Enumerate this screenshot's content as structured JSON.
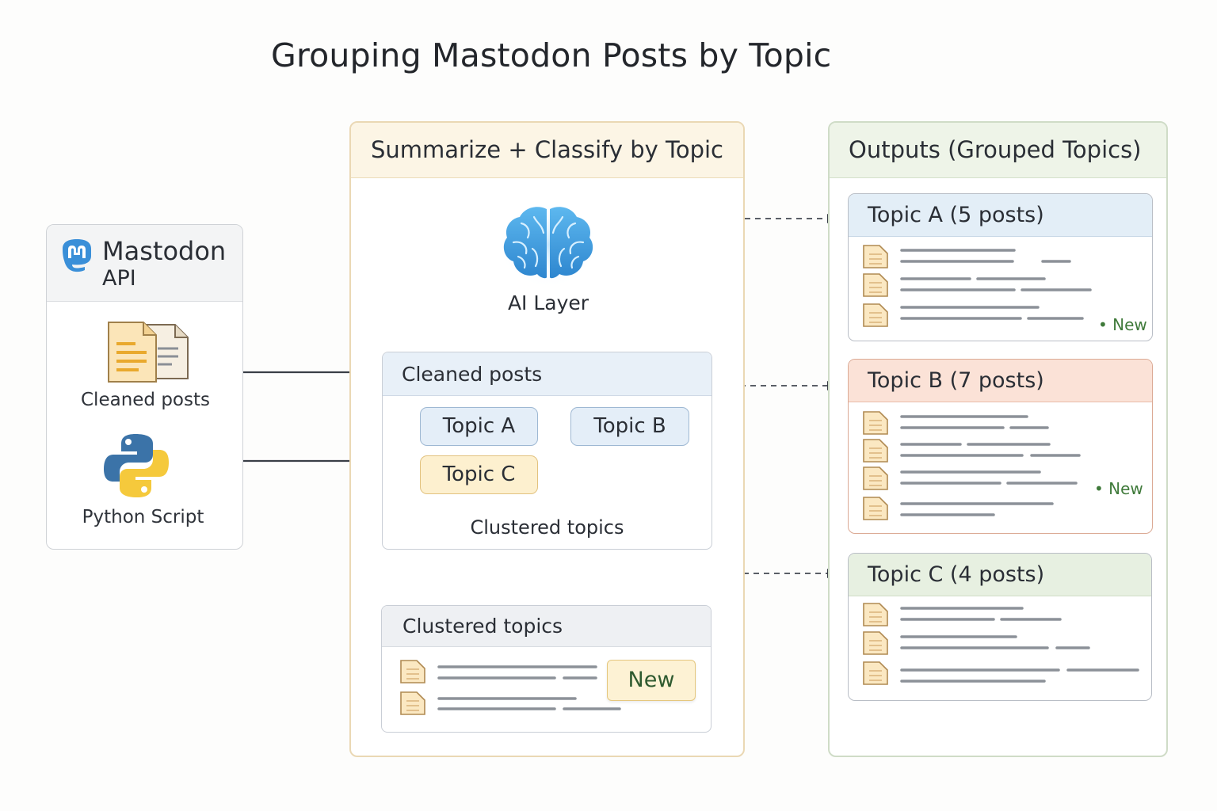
{
  "title": "Grouping Mastodon Posts by Topic",
  "source": {
    "title": "Mastodon",
    "subtitle": "API",
    "items": [
      {
        "label": "Cleaned posts",
        "icon": "documents-icon"
      },
      {
        "label": "Python Script",
        "icon": "python-logo-icon"
      }
    ]
  },
  "processing": {
    "title": "Summarize + Classify by Topic",
    "ai_label": "AI Layer",
    "cleaned_box": {
      "title": "Cleaned posts",
      "chips": [
        "Topic A",
        "Topic B",
        "Topic C"
      ],
      "footer": "Clustered topics"
    },
    "clustered_box": {
      "title": "Clustered topics",
      "badge": "New"
    }
  },
  "outputs": {
    "title": "Outputs (Grouped Topics)",
    "cards": [
      {
        "title": "Topic A (5 posts)",
        "marker": "• New"
      },
      {
        "title": "Topic B (7 posts)",
        "marker": "• New"
      },
      {
        "title": "Topic C (4 posts)",
        "marker": ""
      }
    ]
  },
  "colors": {
    "accent_blue": "#3a8fd8",
    "processing_border": "#ead8b4",
    "output_border": "#cfdcc7",
    "topic_b_header": "#fbe2d7",
    "new_label_green": "#3f7a3a"
  }
}
